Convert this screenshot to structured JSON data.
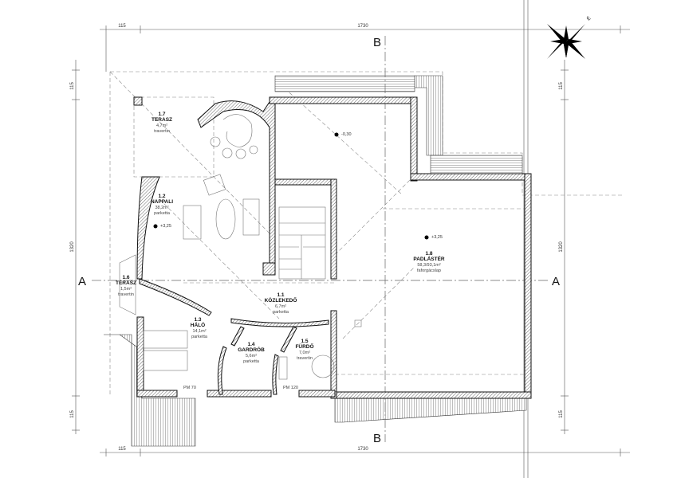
{
  "dimensions": {
    "top": [
      "115",
      "1730"
    ],
    "bottom": [
      "115",
      "1730"
    ],
    "left": [
      "115",
      "1320",
      "115"
    ],
    "right": [
      "115",
      "1320",
      "115"
    ]
  },
  "sections": {
    "a_left": "A",
    "a_right": "A",
    "b_top": "B",
    "b_bottom": "B"
  },
  "compass": {
    "label": "É"
  },
  "levels": {
    "living": "+3,25",
    "outside": "-0,30",
    "attic": "+3,25"
  },
  "rooms": [
    {
      "number": "1.7",
      "name": "TERASZ",
      "area": "4,7m²",
      "finish": "travertin"
    },
    {
      "number": "1.2",
      "name": "NAPPALI",
      "area": "38,2m²",
      "finish": "parketta"
    },
    {
      "number": "1.6",
      "name": "TERASZ",
      "area": "1,5m²",
      "finish": "travertin"
    },
    {
      "number": "1.3",
      "name": "HÁLÓ",
      "area": "14,1m²",
      "finish": "parketta"
    },
    {
      "number": "1.1",
      "name": "KÖZLEKEDŐ",
      "area": "6,7m²",
      "finish": "parketta"
    },
    {
      "number": "1.4",
      "name": "GARDRÓB",
      "area": "5,6m²",
      "finish": "parketta"
    },
    {
      "number": "1.5",
      "name": "FÜRDŐ",
      "area": "7,0m²",
      "finish": "travertin"
    },
    {
      "number": "1.8",
      "name": "PADLÁSTÉR",
      "area": "58,3/93,1m²",
      "finish": "faforgácslap"
    }
  ],
  "windows": {
    "w1": "PM 70",
    "w2": "PM 120"
  }
}
